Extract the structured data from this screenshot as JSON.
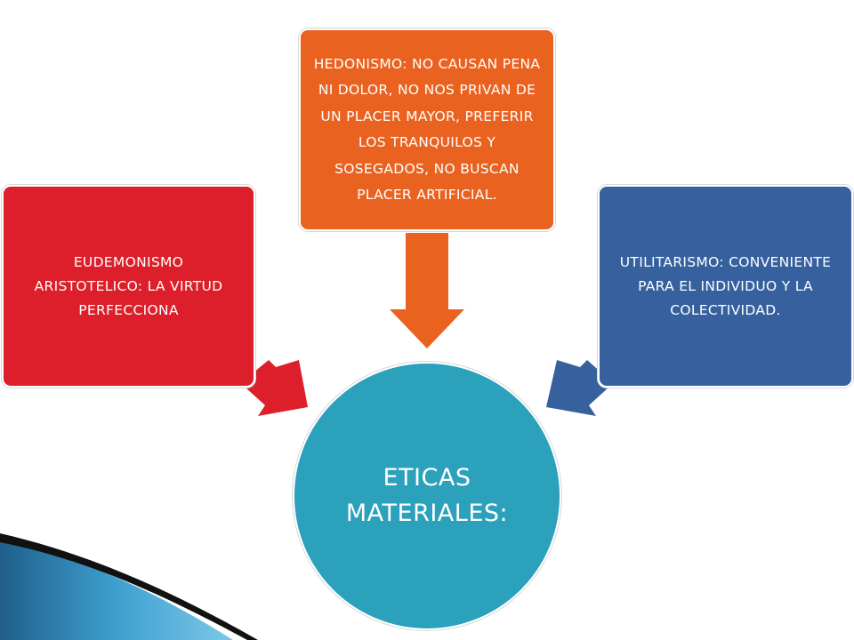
{
  "diagram": {
    "center": {
      "line1": "ETICAS",
      "line2": "MATERIALES:",
      "color": "#2ba1bc"
    },
    "left_box": {
      "text": "EUDEMONISMO ARISTOTELICO: LA VIRTUD PERFECCIONA",
      "color": "#dc1f2a"
    },
    "center_box": {
      "text": "HEDONISMO: NO CAUSAN PENA NI DOLOR, NO NOS PRIVAN DE UN PLACER MAYOR, PREFERIR LOS TRANQUILOS Y SOSEGADOS, NO BUSCAN PLACER ARTIFICIAL.",
      "color": "#ea6220"
    },
    "right_box": {
      "text": "UTILITARISMO: CONVENIENTE PARA EL INDIVIDUO Y LA COLECTIVIDAD.",
      "color": "#36619e"
    }
  }
}
